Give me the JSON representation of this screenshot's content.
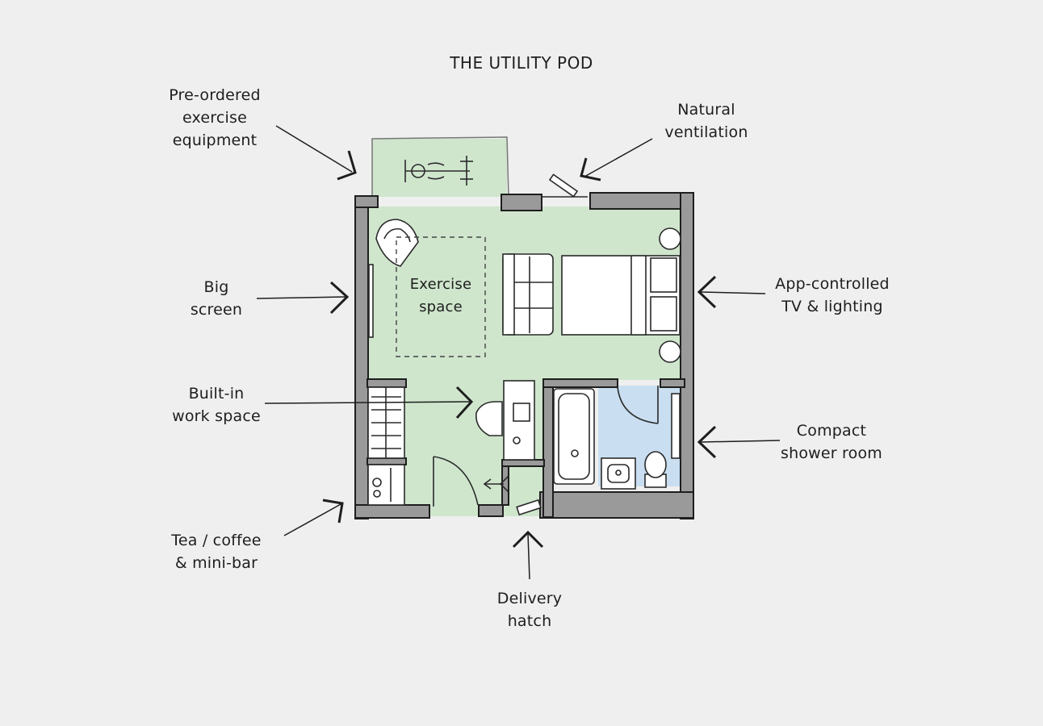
{
  "diagram": {
    "title": "THE UTILITY POD",
    "room_labels": {
      "exercise_space": [
        "Exercise",
        "space"
      ]
    },
    "annotations": {
      "exercise_equipment": [
        "Pre-ordered",
        "exercise",
        "equipment"
      ],
      "natural_ventilation": [
        "Natural",
        "ventilation"
      ],
      "big_screen": [
        "Big",
        "screen"
      ],
      "tv_lighting": [
        "App-controlled",
        "TV & lighting"
      ],
      "work_space": [
        "Built-in",
        "work space"
      ],
      "shower_room": [
        "Compact",
        "shower room"
      ],
      "mini_bar": [
        "Tea / coffee",
        "& mini-bar"
      ],
      "delivery_hatch": [
        "Delivery",
        "hatch"
      ]
    },
    "colors": {
      "background": "#efefef",
      "floor_green": "#cfe6cd",
      "shower_blue": "#c9def0",
      "wall_fill": "#9a9a9a",
      "ink": "#222222"
    }
  }
}
